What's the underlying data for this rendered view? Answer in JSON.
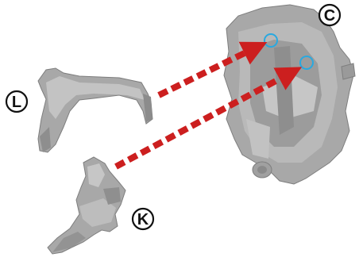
{
  "callouts": {
    "housing": "C",
    "fork": "L",
    "shaft": "K"
  },
  "colors": {
    "arrow": "#cc1f1f",
    "target_ring": "#29a9e0",
    "part_fill": "#a8a8a8",
    "part_dark": "#7e7e7e",
    "part_light": "#c6c6c6",
    "callout_stroke": "#111111"
  }
}
